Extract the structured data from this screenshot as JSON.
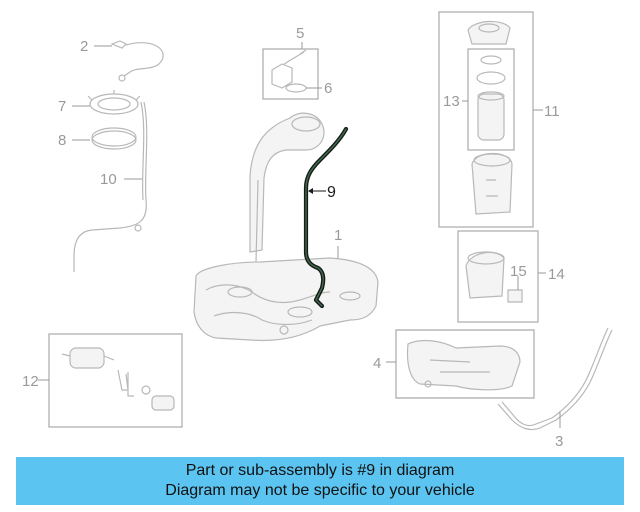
{
  "callouts": {
    "c1": "1",
    "c2": "2",
    "c3": "3",
    "c4": "4",
    "c5": "5",
    "c6": "6",
    "c7": "7",
    "c8": "8",
    "c9": "9",
    "c10": "10",
    "c11": "11",
    "c12": "12",
    "c13": "13",
    "c14": "14",
    "c15": "15"
  },
  "highlight_color": "#1a1a1a",
  "highlight_fill": "#3a6e4a",
  "banner": {
    "line1": "Part or sub-assembly is #9 in diagram",
    "line2": "Diagram may not be specific to your vehicle",
    "color": "#5bc4f0"
  }
}
